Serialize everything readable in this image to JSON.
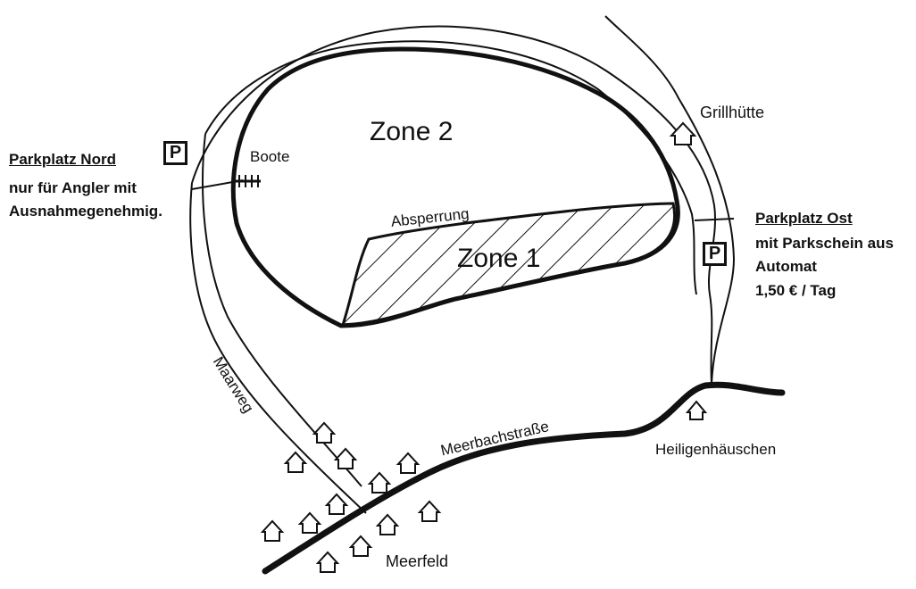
{
  "zones": {
    "zone1": "Zone 1",
    "zone2": "Zone 2"
  },
  "labels": {
    "boote": "Boote",
    "absperrung": "Absperrung",
    "grillhuette": "Grillhütte",
    "heiligenhaeuschen": "Heiligenhäuschen",
    "meerfeld": "Meerfeld",
    "maarweg": "Maarweg",
    "meerbachstrasse": "Meerbachstraße"
  },
  "parking": {
    "symbol": "P",
    "north": {
      "title": "Parkplatz Nord",
      "line1": "nur für Angler mit",
      "line2": "Ausnahmegenehmig."
    },
    "east": {
      "title": "Parkplatz Ost",
      "line1": "mit Parkschein aus",
      "line2": "Automat",
      "line3": "1,50 € / Tag"
    }
  },
  "icons": {
    "house": "house-icon",
    "parking": "parking-sign-icon"
  },
  "colors": {
    "ink": "#111111",
    "background": "#ffffff"
  }
}
